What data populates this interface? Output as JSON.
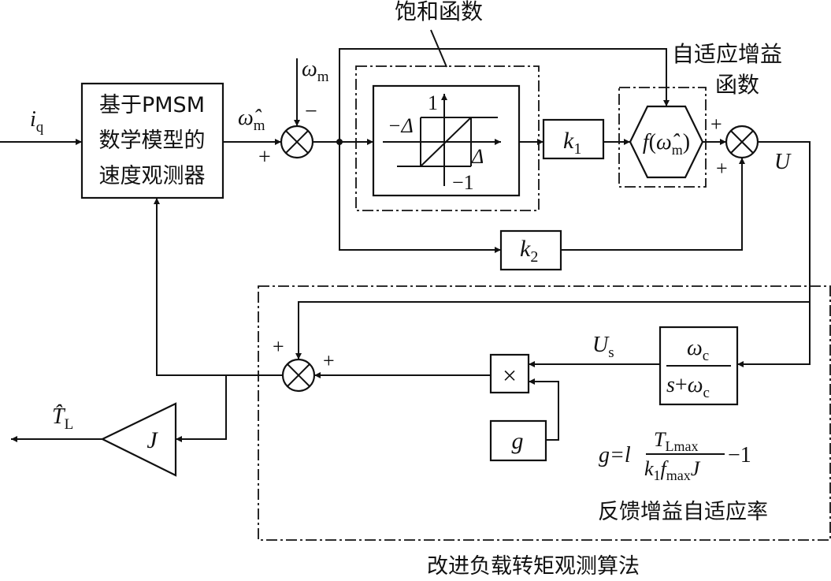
{
  "diagram": {
    "labels": {
      "saturation_title": "饱和函数",
      "adaptive_title_line1": "自适应增益",
      "adaptive_title_line2": "函数",
      "observer_line1": "基于PMSM",
      "observer_line2": "数学模型的",
      "observer_line3": "速度观测器",
      "feedback_gain_region": "反馈增益自适应率",
      "algorithm_region": "改进负载转矩观测算法"
    },
    "signals": {
      "iq_main": "i",
      "iq_sub": "q",
      "omega_m_main": "ω",
      "omega_m_sub": "m",
      "omega_hat_main": "ω̂",
      "omega_hat_sub": "m",
      "U": "U",
      "Us_main": "U",
      "Us_sub": "s",
      "TL_hat_main": "T̂",
      "TL_hat_sub": "L"
    },
    "signs": {
      "plus": "+",
      "minus": "−"
    },
    "blocks": {
      "k1_main": "k",
      "k1_sub": "1",
      "k2_main": "k",
      "k2_sub": "2",
      "f_pre": "f",
      "f_lparen": "(",
      "f_arg_main": "ω̂",
      "f_arg_sub": "m",
      "f_rparen": ")",
      "filter_num_main": "ω",
      "filter_num_sub": "c",
      "filter_den_s": "s",
      "filter_den_plus": "+",
      "filter_den_main": "ω",
      "filter_den_sub": "c",
      "multiplier": "×",
      "g": "g",
      "J": "J"
    },
    "saturation_graph": {
      "upper": "1",
      "lower": "−1",
      "neg_delta": "−Δ",
      "pos_delta": "Δ"
    },
    "formula": {
      "lhs": "g=",
      "l": "l",
      "num_main": "T",
      "num_sub": "Lmax",
      "den_k": "k",
      "den_k_sub": "1",
      "den_f": "f",
      "den_f_sub": "max",
      "den_J": "J",
      "tail": "−1"
    }
  }
}
